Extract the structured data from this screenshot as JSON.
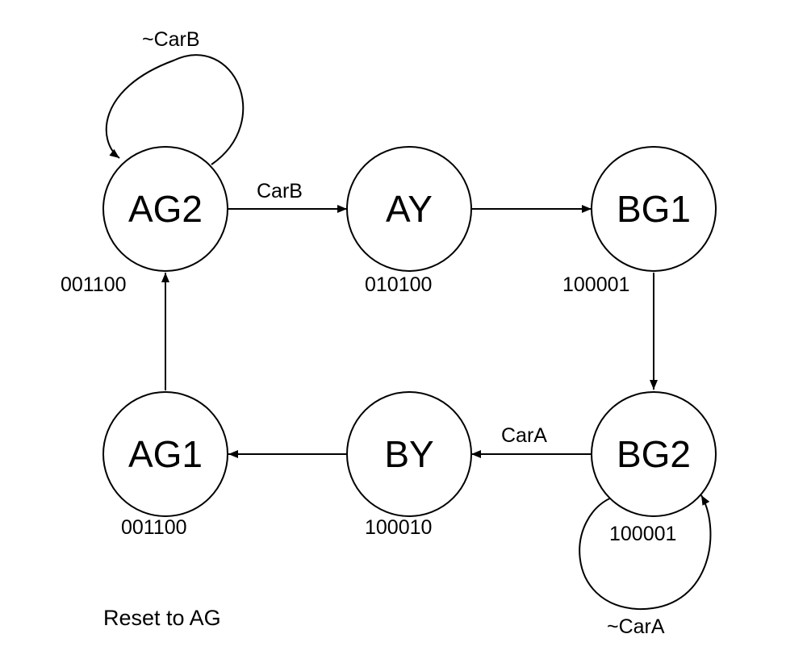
{
  "states": {
    "ag2": {
      "name": "AG2",
      "output": "001100"
    },
    "ay": {
      "name": "AY",
      "output": "010100"
    },
    "bg1": {
      "name": "BG1",
      "output": "100001"
    },
    "ag1": {
      "name": "AG1",
      "output": "001100"
    },
    "by": {
      "name": "BY",
      "output": "100010"
    },
    "bg2": {
      "name": "BG2",
      "output": "100001"
    }
  },
  "transitions": {
    "ag2_self": "~CarB",
    "ag2_to_ay": "CarB",
    "bg2_to_by": "CarA",
    "bg2_self": "~CarA"
  },
  "note": "Reset to AG",
  "colors": {
    "stroke": "#000000",
    "background": "#ffffff"
  }
}
